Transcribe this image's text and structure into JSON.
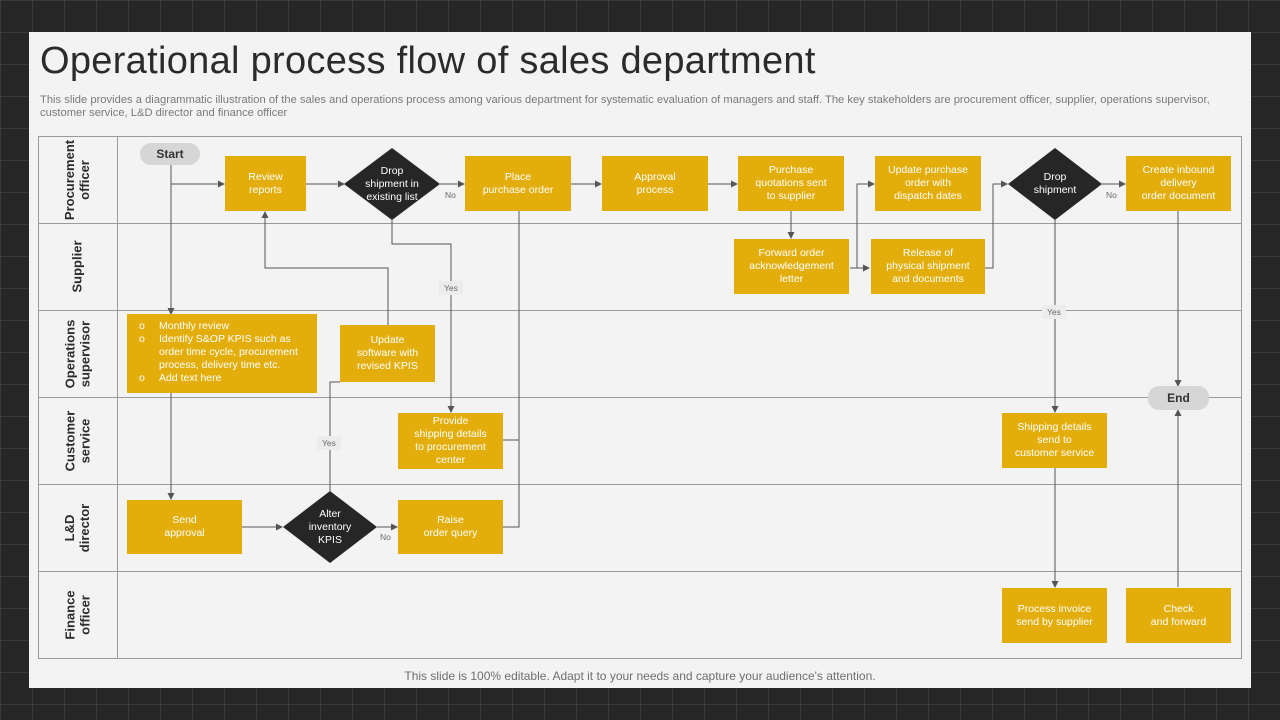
{
  "slide": {
    "title": "Operational process flow of sales department",
    "description": "This slide provides a diagrammatic illustration of the sales and operations process among various department for systematic evaluation of managers and staff. The key stakeholders are procurement officer, supplier, operations supervisor, customer service, L&D director and finance officer",
    "footer": "This slide is 100% editable. Adapt it to your needs and capture your audience's attention."
  },
  "lanes": [
    {
      "label": "Procurement\nofficer"
    },
    {
      "label": "Supplier"
    },
    {
      "label": "Operations\nsupervisor"
    },
    {
      "label": "Customer\nservice"
    },
    {
      "label": "L&D\ndirector"
    },
    {
      "label": "Finance\nofficer"
    }
  ],
  "nodes": {
    "start": "Start",
    "end": "End",
    "review_reports": "Review\nreports",
    "drop_shipment_existing": "Drop\nshipment in\nexisting list",
    "place_purchase_order": "Place\npurchase order",
    "approval_process": "Approval\nprocess",
    "purchase_quotations": "Purchase\nquotations sent\nto supplier",
    "update_purchase_order": "Update purchase\norder with\ndispatch dates",
    "drop_shipment": "Drop\nshipment",
    "create_inbound": "Create inbound\ndelivery\norder document",
    "forward_order": "Forward order\nacknowledgement\nletter",
    "release_shipment": "Release of\nphysical shipment\nand documents",
    "ops_list": [
      "Monthly review",
      "Identify S&OP KPIS  such as order time cycle, procurement process, delivery time etc.",
      "Add text here"
    ],
    "update_software": "Update\nsoftware with\nrevised KPIS",
    "provide_shipping": "Provide\nshipping details\nto procurement\ncenter",
    "shipping_details": "Shipping details\nsend to\ncustomer service",
    "send_approval": "Send\napproval",
    "alter_inventory": "Alter\ninventory\nKPIS",
    "raise_order": "Raise\norder query",
    "process_invoice": "Process invoice\nsend by supplier",
    "check_forward": "Check\nand forward"
  },
  "edge_labels": {
    "no_1": "No",
    "yes_1": "Yes",
    "no_2": "No",
    "yes_2": "Yes",
    "no_3": "No",
    "yes_3": "Yes"
  },
  "colors": {
    "process_box": "#e3ae0c",
    "decision": "#262626",
    "terminal": "#d6d6d6",
    "connector": "#555555"
  }
}
